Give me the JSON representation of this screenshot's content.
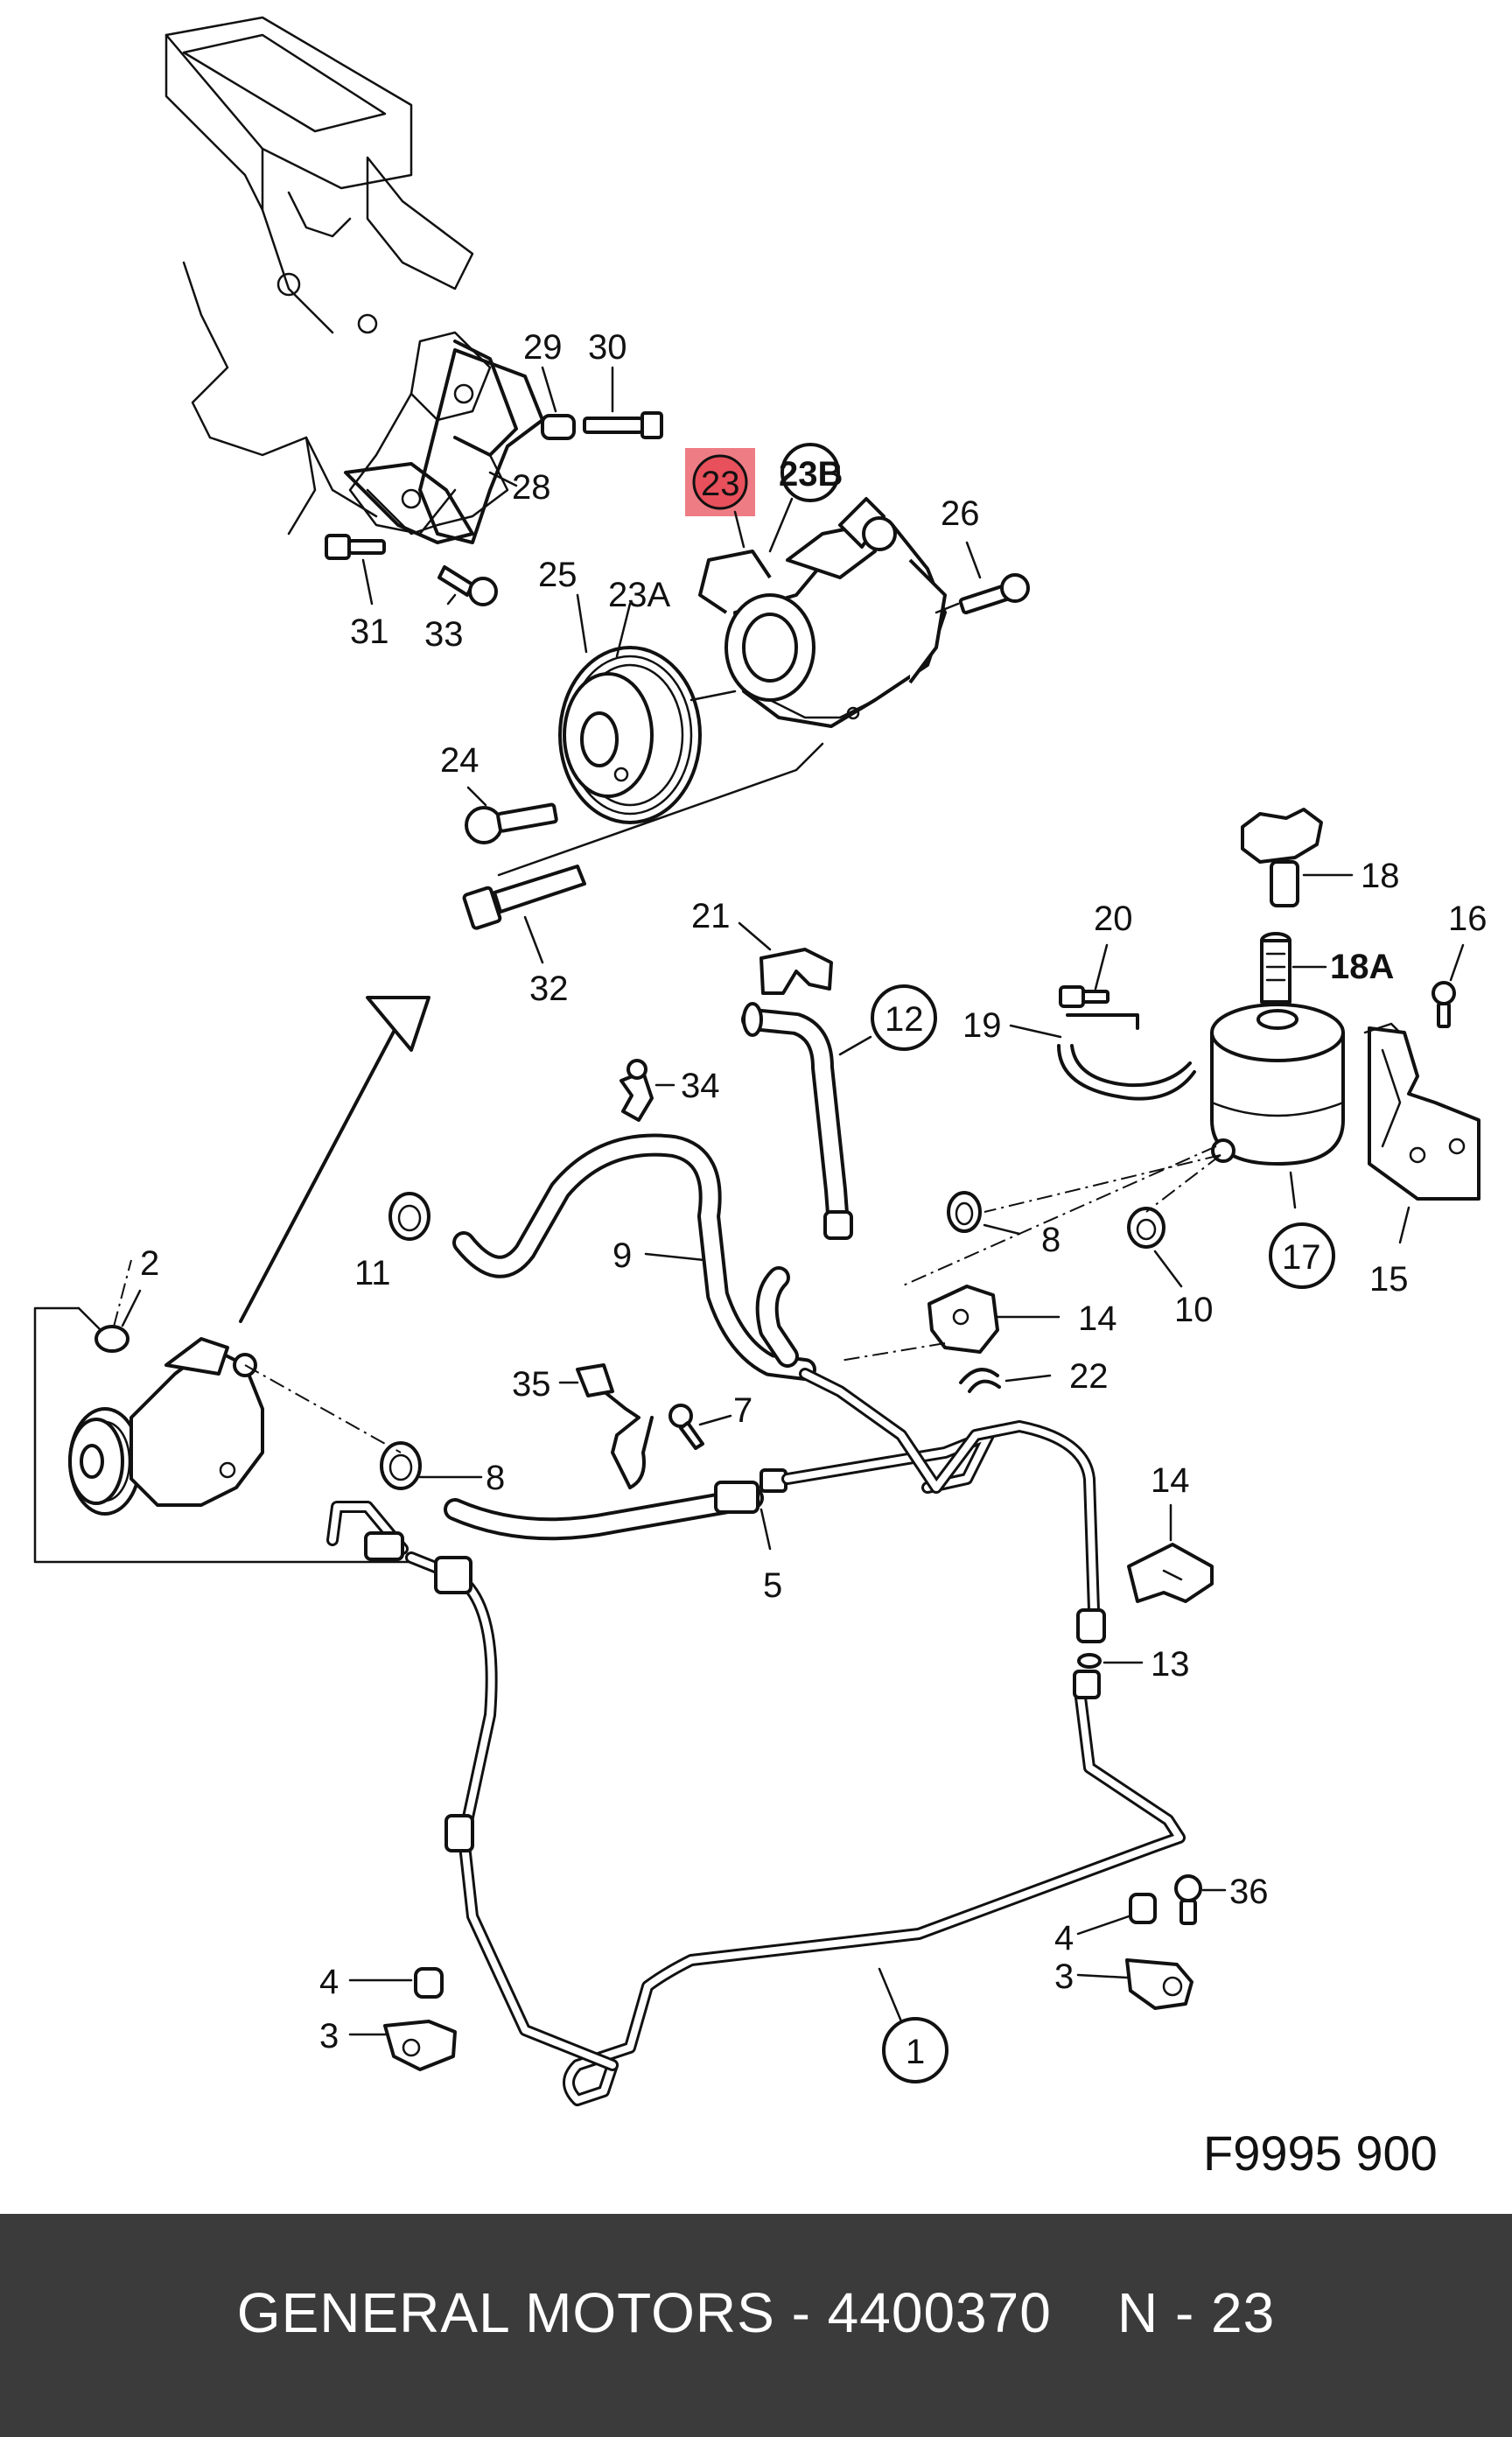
{
  "diagram": {
    "callouts": {
      "c1": "1",
      "c2": "2",
      "c3a": "3",
      "c3b": "3",
      "c4a": "4",
      "c4b": "4",
      "c5": "5",
      "c7": "7",
      "c8a": "8",
      "c8b": "8",
      "c9": "9",
      "c10": "10",
      "c11": "11",
      "c12": "12",
      "c13": "13",
      "c14a": "14",
      "c14b": "14",
      "c15": "15",
      "c16": "16",
      "c17": "17",
      "c18": "18",
      "c18a": "18A",
      "c19": "19",
      "c20": "20",
      "c21": "21",
      "c22": "22",
      "c23": "23",
      "c23a": "23A",
      "c23b": "23B",
      "c24": "24",
      "c25": "25",
      "c26": "26",
      "c28": "28",
      "c29": "29",
      "c30": "30",
      "c31": "31",
      "c32": "32",
      "c33": "33",
      "c34": "34",
      "c35": "35",
      "c36": "36"
    },
    "highlight_color": "#e8505b",
    "figure_code": "F9995 900"
  },
  "footer": {
    "text": "GENERAL MOTORS - 4400370    N - 23"
  }
}
